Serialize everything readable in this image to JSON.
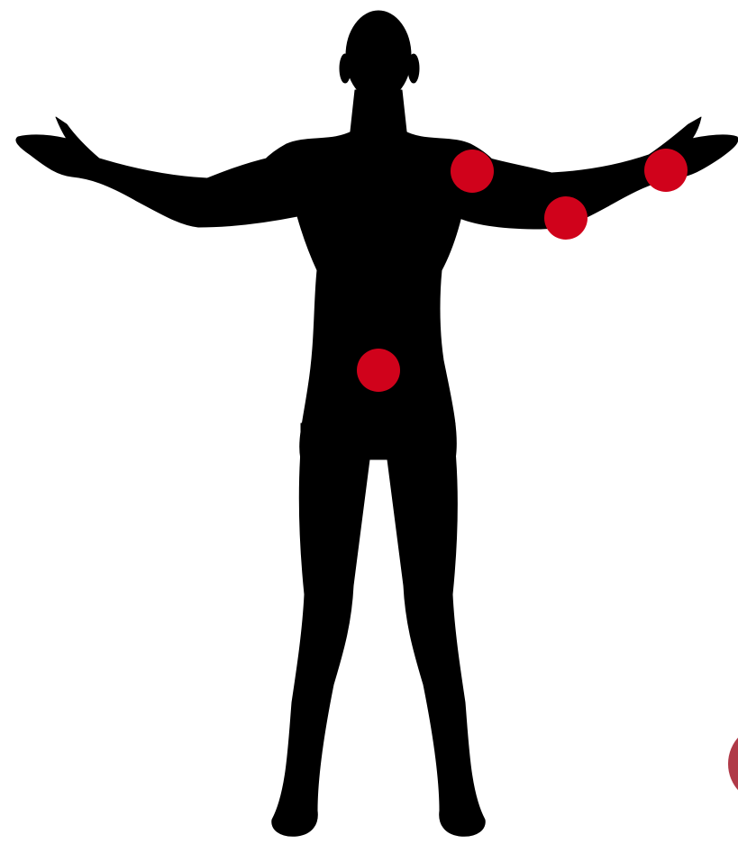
{
  "figure": {
    "background_color": "#ffffff",
    "silhouette_color": "#000000",
    "marker_color": "#d0021b",
    "edge_marker_color": "#b03a48"
  },
  "markers": [
    {
      "id": "marker-left-shoulder"
    },
    {
      "id": "marker-left-elbow"
    },
    {
      "id": "marker-left-wrist"
    },
    {
      "id": "marker-pelvis"
    },
    {
      "id": "marker-edge-partial"
    }
  ]
}
